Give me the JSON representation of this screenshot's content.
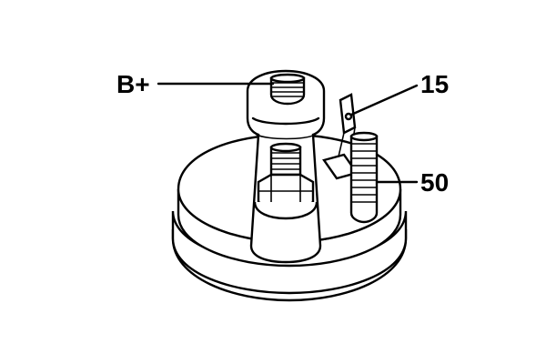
{
  "labels": {
    "battery_terminal": "B+",
    "terminal_15": "15",
    "terminal_50": "50"
  },
  "colors": {
    "ink": "#000000",
    "paper": "#ffffff"
  }
}
